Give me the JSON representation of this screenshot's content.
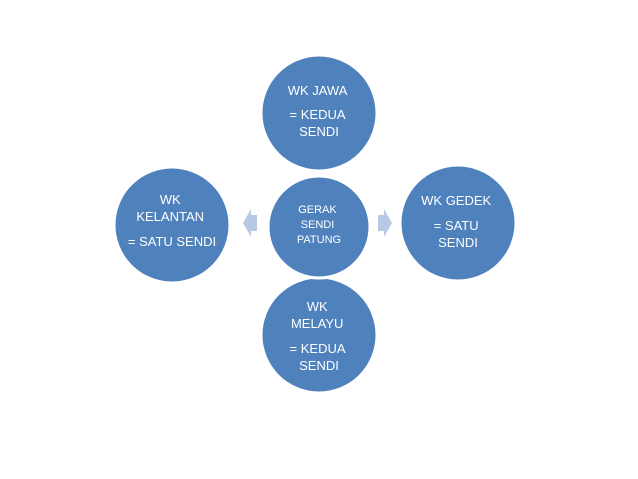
{
  "diagram": {
    "colors": {
      "node_fill": "#4f81bd",
      "node_stroke": "#ffffff",
      "arrow_fill": "#b9c9e3",
      "text": "#ffffff"
    },
    "center": {
      "lines": [
        "GERAK",
        "SENDI",
        "PATUNG"
      ]
    },
    "nodes": {
      "top": {
        "lines": [
          "WK JAWA",
          "=  KEDUA",
          "SENDI"
        ]
      },
      "right": {
        "lines": [
          "WK GEDEK",
          "= SATU",
          "SENDI"
        ]
      },
      "bottom": {
        "lines": [
          "WK",
          "MELAYU",
          "= KEDUA",
          "SENDI"
        ]
      },
      "left": {
        "lines": [
          "WK",
          "KELANTAN",
          "= SATU SENDI"
        ]
      }
    }
  }
}
